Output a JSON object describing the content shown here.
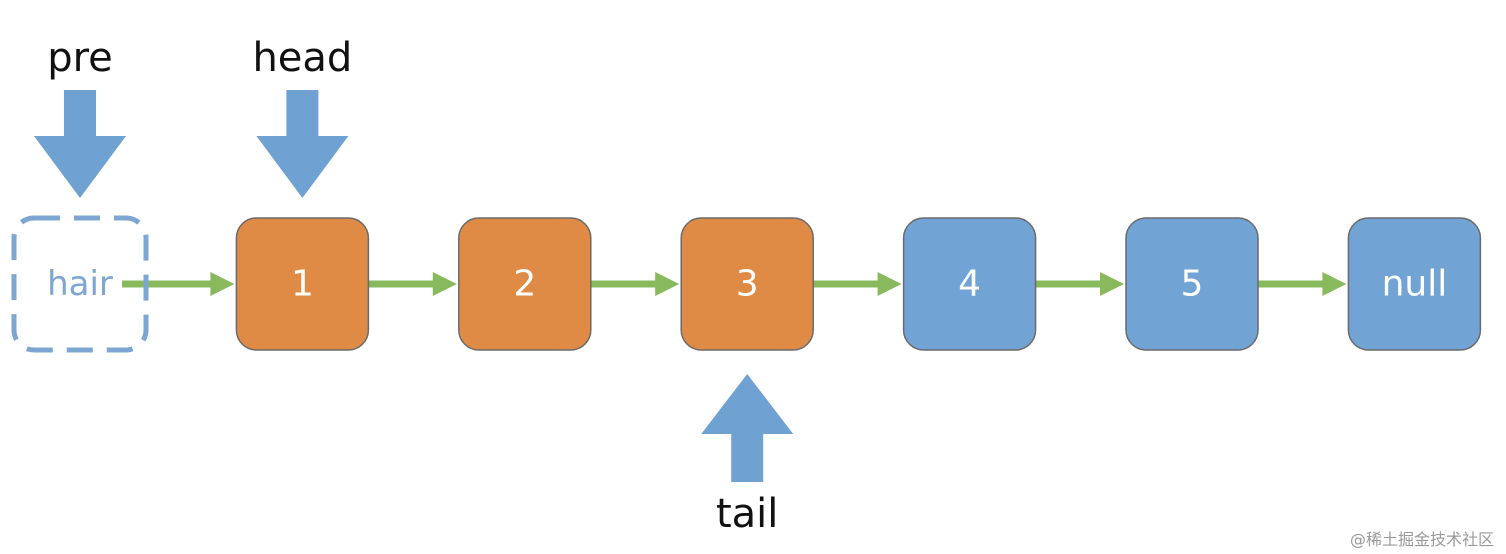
{
  "colors": {
    "orange_node": "#e08b45",
    "blue_node": "#72a3d5",
    "node_border": "#6b6b6b",
    "dummy_border": "#7ea6d2",
    "arrow_green": "#88b95c",
    "pointer_blue": "#6fa1d3"
  },
  "nodes": [
    {
      "label": "hair",
      "style": "dashed"
    },
    {
      "label": "1",
      "style": "orange"
    },
    {
      "label": "2",
      "style": "orange"
    },
    {
      "label": "3",
      "style": "orange"
    },
    {
      "label": "4",
      "style": "blue"
    },
    {
      "label": "5",
      "style": "blue"
    },
    {
      "label": "null",
      "style": "blue"
    }
  ],
  "pointers": [
    {
      "label": "pre",
      "target": "hair",
      "side": "top"
    },
    {
      "label": "head",
      "target": "1",
      "side": "top"
    },
    {
      "label": "tail",
      "target": "3",
      "side": "bottom"
    }
  ],
  "watermark": "@稀土掘金技术社区"
}
